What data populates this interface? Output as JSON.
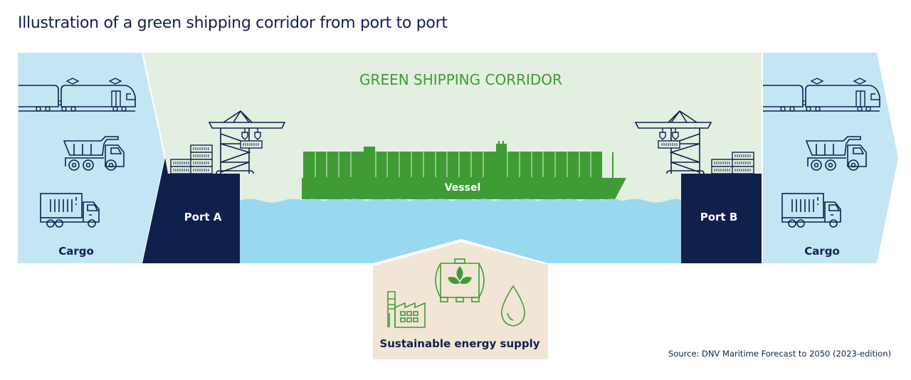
{
  "title": "Illustration of a green shipping corridor from port to port",
  "sections": {
    "cargo_left": {
      "label": "Cargo",
      "icons": [
        "train-icon",
        "dump-truck-icon",
        "container-truck-icon"
      ]
    },
    "corridor": {
      "label": "GREEN SHIPPING CORRIDOR"
    },
    "port_a": {
      "label": "Port A",
      "icons": [
        "crane-icon",
        "container-stack-icon"
      ]
    },
    "vessel": {
      "label": "Vessel"
    },
    "port_b": {
      "label": "Port B",
      "icons": [
        "crane-icon",
        "container-stack-icon"
      ]
    },
    "cargo_right": {
      "label": "Cargo",
      "icons": [
        "train-icon",
        "dump-truck-icon",
        "container-truck-icon"
      ]
    },
    "energy": {
      "label": "Sustainable energy supply",
      "icons": [
        "factory-icon",
        "bio-tank-icon",
        "fuel-drop-icon"
      ]
    }
  },
  "source": "Source: DNV Maritime Forecast to 2050 (2023-edition)",
  "colors": {
    "navy": "#0f204b",
    "green": "#3f9c35",
    "light_green_bg": "#e3efe1",
    "light_blue_bg": "#c3e6f5",
    "water": "#99d9f0",
    "beige": "#f1e6d6"
  }
}
